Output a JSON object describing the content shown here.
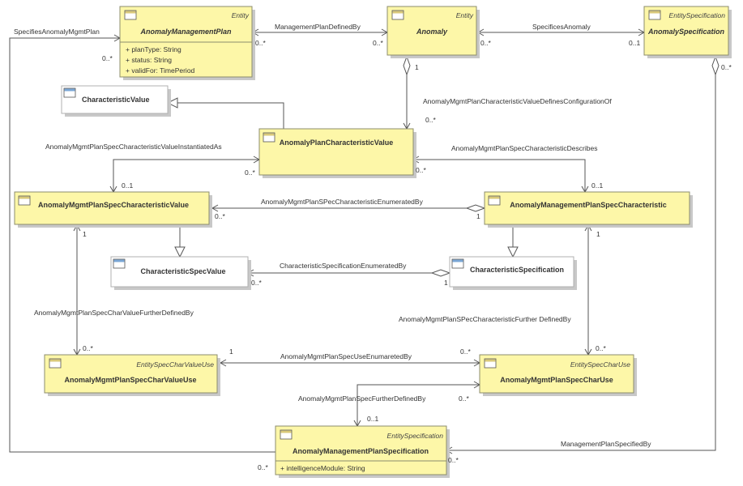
{
  "classes": {
    "amp": {
      "name": "AnomalyManagementPlan",
      "stereotype": "Entity",
      "attributes": [
        "+   planType: String",
        "+   status: String",
        "+   validFor: TimePeriod"
      ]
    },
    "anomaly": {
      "name": "Anomaly",
      "stereotype": "Entity"
    },
    "aspec": {
      "name": "AnomalySpecification",
      "stereotype": "EntitySpecification"
    },
    "cv": {
      "name": "CharacteristicValue"
    },
    "apcv": {
      "name": "AnomalyPlanCharacteristicValue"
    },
    "ampscv": {
      "name": "AnomalyMgmtPlanSpecCharacteristicValue"
    },
    "ampsc": {
      "name": "AnomalyManagementPlanSpecCharacteristic"
    },
    "csv": {
      "name": "CharacteristicSpecValue"
    },
    "cs": {
      "name": "CharacteristicSpecification"
    },
    "ampscvu": {
      "name": "AnomalyMgmtPlanSpecCharValueUse",
      "stereotype": "EntitySpecCharValueUse"
    },
    "ampscu": {
      "name": "AnomalyMgmtPlanSpecCharUse",
      "stereotype": "EntitySpecCharUse"
    },
    "amps": {
      "name": "AnomalyManagementPlanSpecification",
      "stereotype": "EntitySpecification",
      "attributes": [
        "+   intelligenceModule: String"
      ]
    }
  },
  "associations": {
    "specifies_mgmt_plan": "SpecifiesAnomalyMgmtPlan",
    "mgmt_plan_defined_by": "ManagementPlanDefinedBy",
    "specifies_anomaly": "SpecificesAnomaly",
    "defines_configuration": "AnomalyMgmtPlanCharacteristicValueDefinesConfigurationOf",
    "value_instantiated_as": "AnomalyMgmtPlanSpecCharacteristicValueInstantiatedAs",
    "characteristic_describes": "AnomalyMgmtPlanSpecCharacteristicDescribes",
    "characteristic_enumerated_by": "AnomalyMgmtPlanSPecCharacteristicEnumeratedBy",
    "char_spec_enumerated_by": "CharacteristicSpecificationEnumeratedBy",
    "char_value_further_defined_by": "AnomalyMgmtPlanSpecCharValueFurtherDefinedBy",
    "characteristic_further_defined_by": "AnomalyMgmtPlanSPecCharacteristicFurther DefinedBy",
    "use_enumareted_by": "AnomalyMgmtPlanSpecUseEnumaretedBy",
    "spec_further_defined_by": "AnomalyMgmtPlanSpecFurtherDefinedBy",
    "plan_specified_by": "ManagementPlanSpecifiedBy"
  },
  "multiplicities": {
    "m1": "0..*",
    "m2": "0..*",
    "m3": "0..*",
    "m4": "0..*",
    "m5": "0..1",
    "m6": "1",
    "m7": "0..*",
    "m8": "0..*",
    "m9": "0..1",
    "m10": "0..*",
    "m11": "0..1",
    "m12": "0..*",
    "m13": "1",
    "m14": "1",
    "m15": "0..*",
    "m16": "1",
    "m17": "1",
    "m18": "0..*",
    "m19": "0..*",
    "m20": "1",
    "m21": "0..*",
    "m22": "0..*",
    "m23": "0..*",
    "m24": "0..1",
    "m25": "0..*",
    "m26": "0..*"
  }
}
